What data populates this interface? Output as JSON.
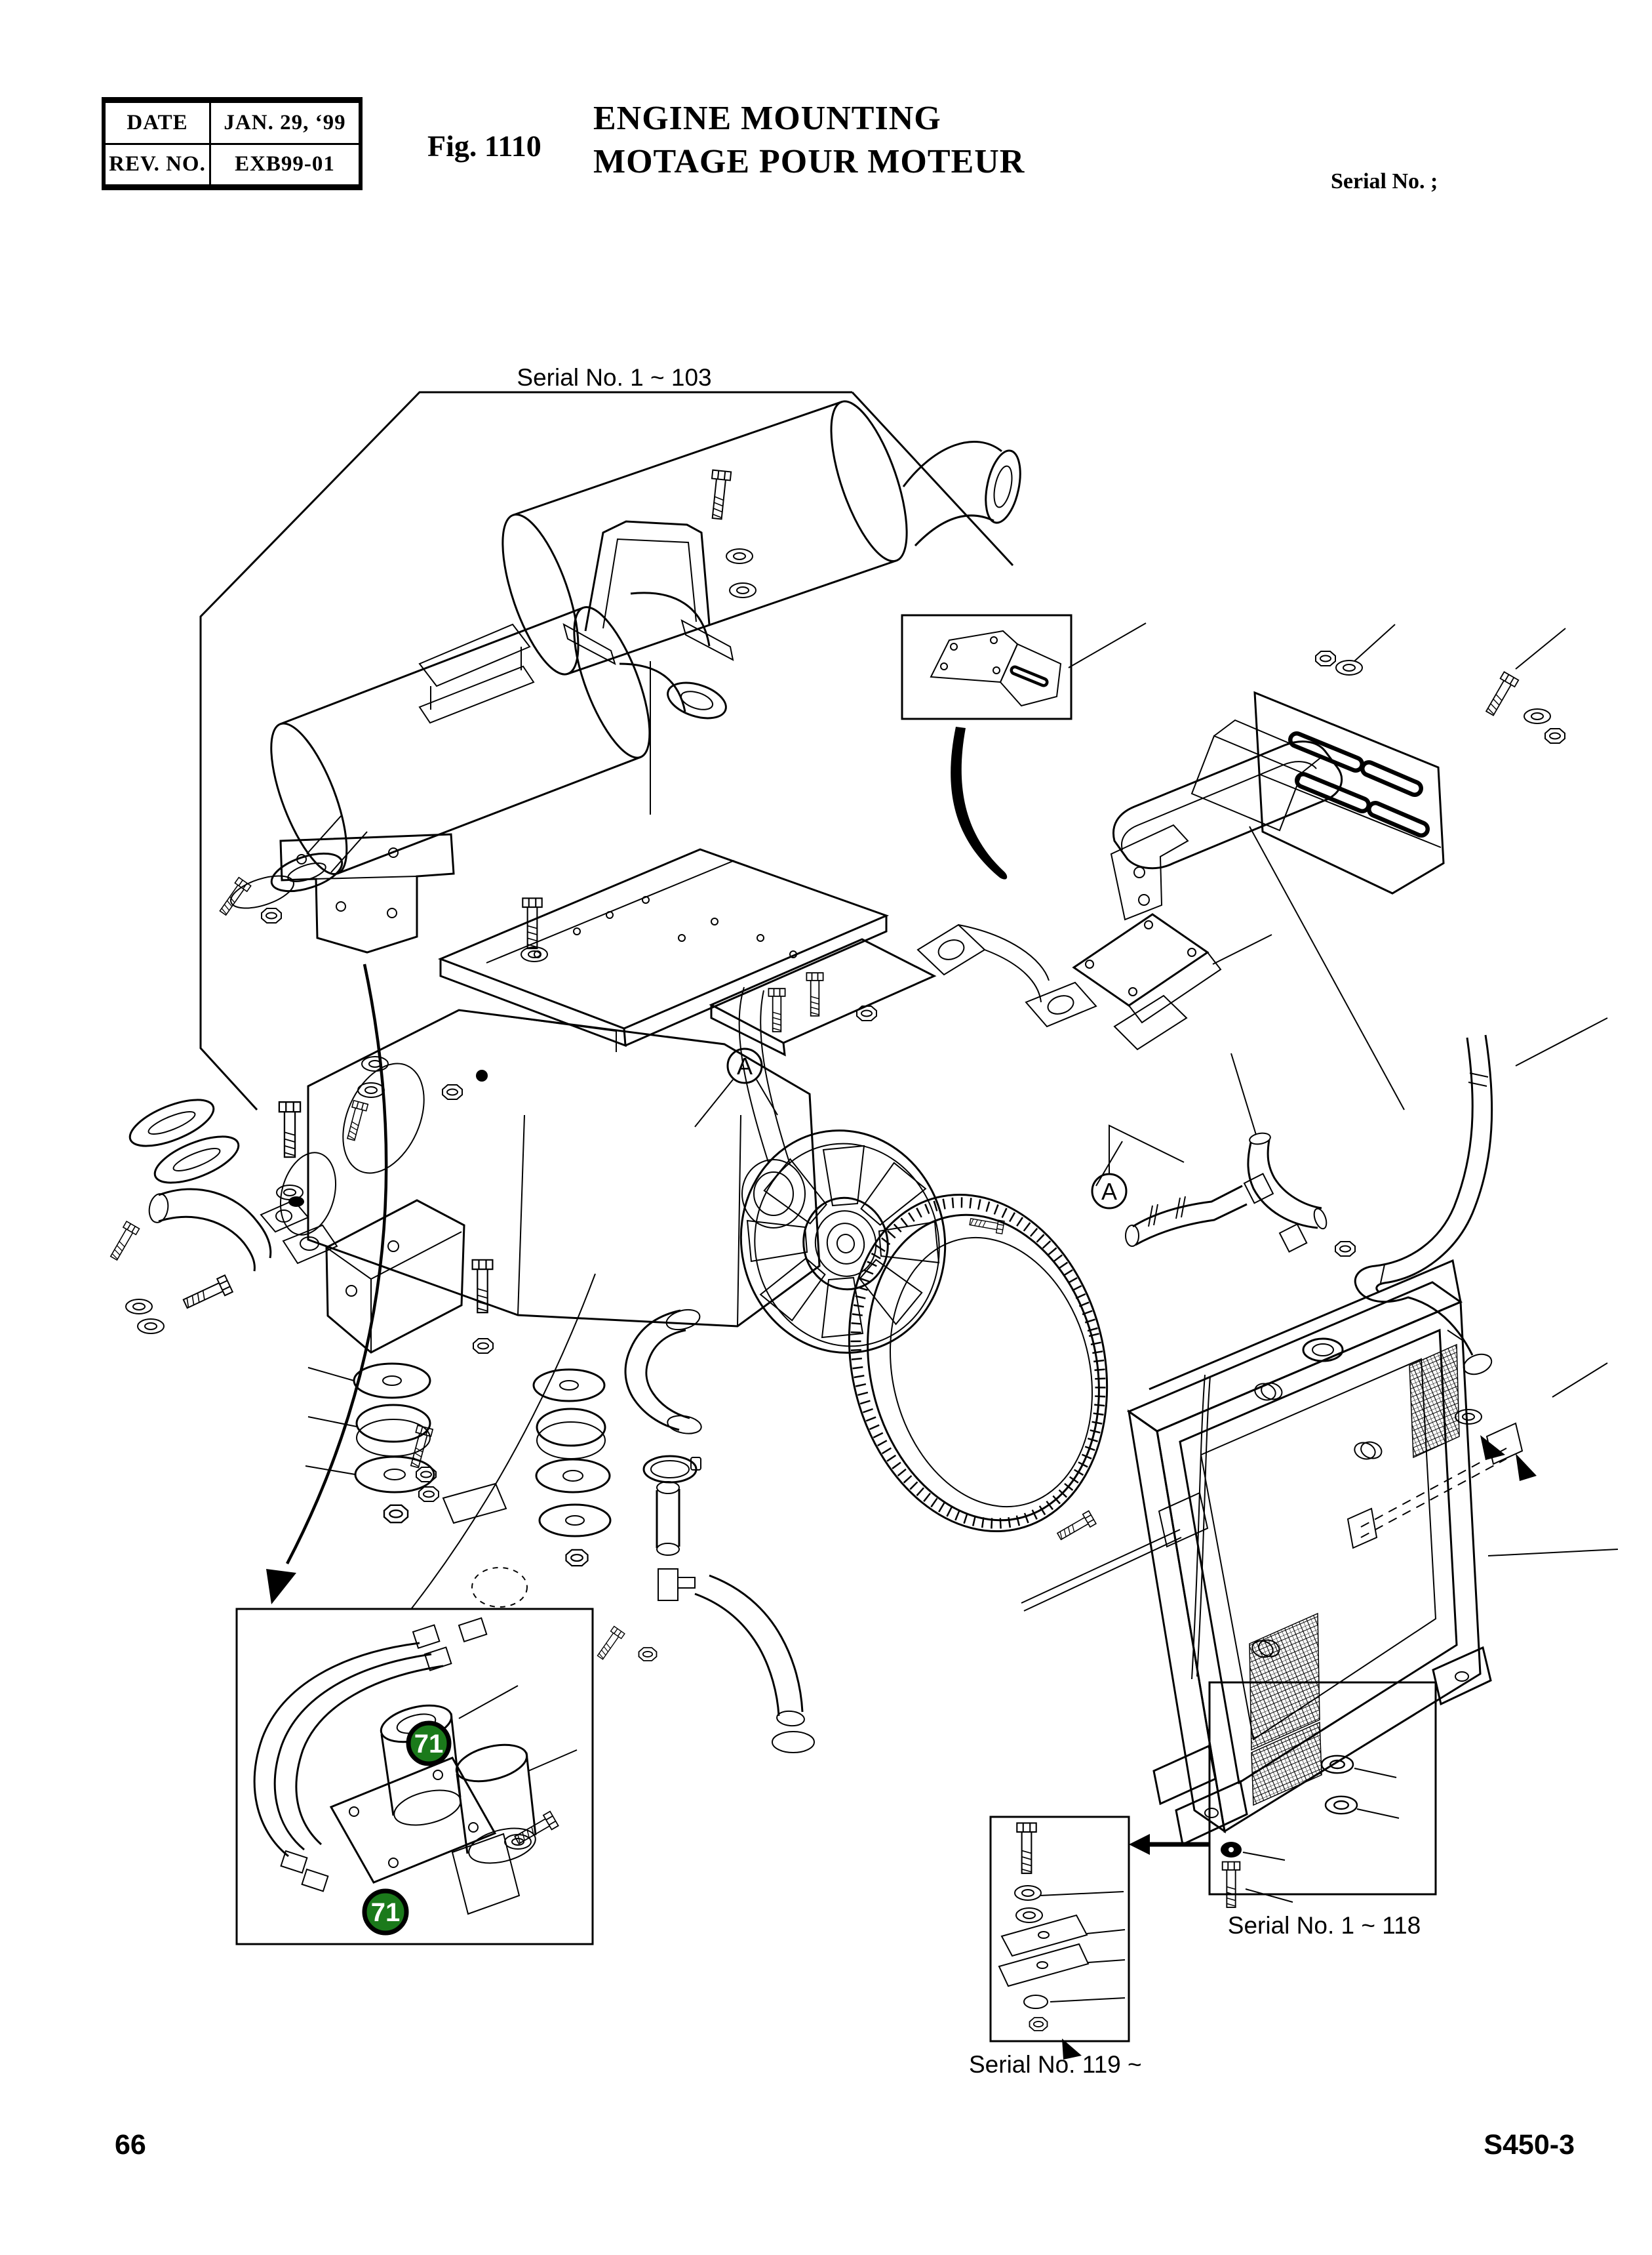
{
  "page": {
    "background": "#ffffff",
    "ink": "#000000"
  },
  "header": {
    "table": {
      "rows": [
        {
          "label": "DATE",
          "value": "JAN. 29, ‘99"
        },
        {
          "label": "REV. NO.",
          "value": "EXB99-01"
        }
      ]
    },
    "fig_label": "Fig. 1110",
    "title_en": "ENGINE MOUNTING",
    "title_fr": "MOTAGE POUR MOTEUR",
    "serial_note": "Serial No. ;"
  },
  "diagram": {
    "serial_labels": {
      "top": "Serial No. 1 ~ 103",
      "right_bottom": "Serial No. 1 ~ 118",
      "bottom": "Serial No. 119 ~"
    },
    "view_markers": [
      {
        "letter": "A"
      },
      {
        "letter": "A"
      }
    ],
    "part_badges": [
      {
        "number": "71"
      },
      {
        "number": "71"
      }
    ],
    "badge_color": "#1b7a1b"
  },
  "footer": {
    "page_number": "66",
    "doc_code": "S450-3"
  }
}
